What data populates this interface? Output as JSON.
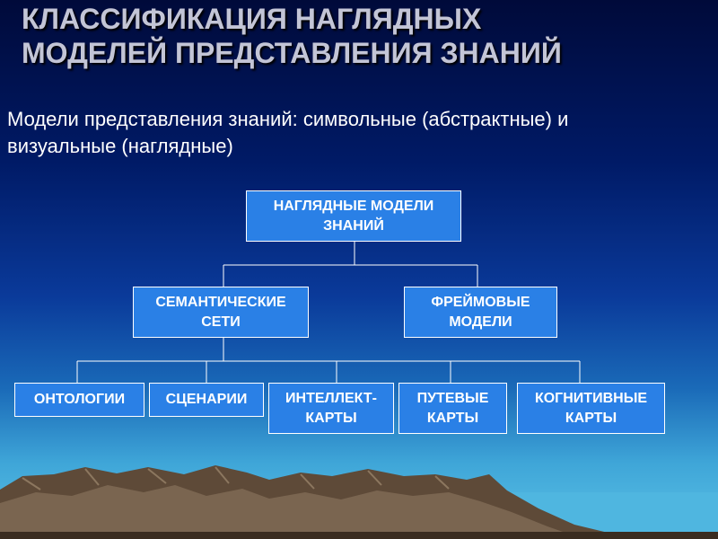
{
  "slide": {
    "title_lines": [
      "КЛАССИФИКАЦИЯ НАГЛЯДНЫХ",
      "МОДЕЛЕЙ ПРЕДСТАВЛЕНИЯ ЗНАНИЙ"
    ],
    "subtitle_lines": [
      "Модели представления знаний: символьные (абстрактные) и",
      "визуальные (наглядные)"
    ]
  },
  "diagram": {
    "root": {
      "lines": [
        "НАГЛЯДНЫЕ МОДЕЛИ",
        "ЗНАНИЙ"
      ]
    },
    "level2": [
      {
        "lines": [
          "СЕМАНТИЧЕСКИЕ",
          "СЕТИ"
        ]
      },
      {
        "lines": [
          "ФРЕЙМОВЫЕ",
          "МОДЕЛИ"
        ]
      }
    ],
    "level3": [
      {
        "lines": [
          "ОНТОЛОГИИ"
        ]
      },
      {
        "lines": [
          "СЦЕНАРИИ"
        ]
      },
      {
        "lines": [
          "ИНТЕЛЛЕКТ-",
          "КАРТЫ"
        ]
      },
      {
        "lines": [
          "ПУТЕВЫЕ",
          "КАРТЫ"
        ]
      },
      {
        "lines": [
          "КОГНИТИВНЫЕ",
          "КАРТЫ"
        ]
      }
    ],
    "colors": {
      "node_fill": "#2a80e6",
      "node_border": "#ffffff",
      "connector": "#ffffff"
    }
  }
}
